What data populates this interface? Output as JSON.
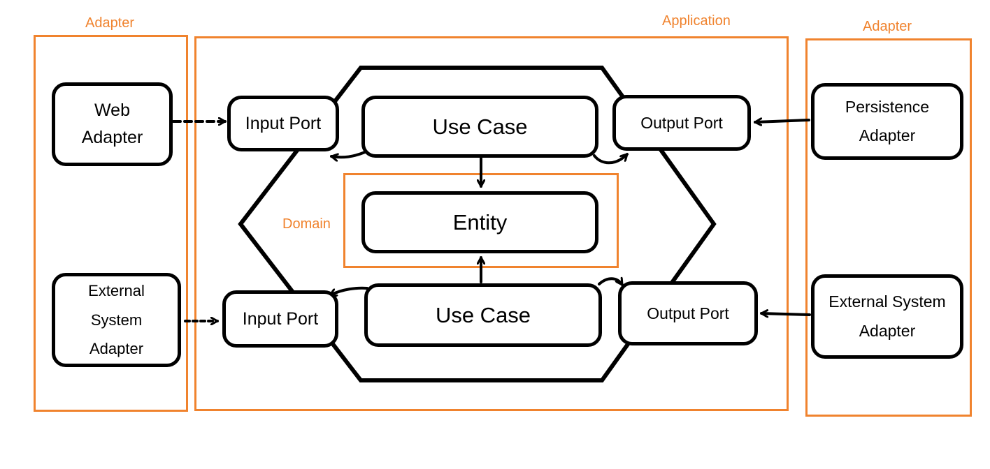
{
  "colors": {
    "frame": "#f0832e",
    "stroke": "#000000",
    "background": "#ffffff"
  },
  "labels": {
    "adapter_left": "Adapter",
    "application": "Application",
    "adapter_right": "Adapter",
    "domain": "Domain"
  },
  "nodes": {
    "web_adapter": {
      "line1": "Web",
      "line2": "Adapter"
    },
    "external_system_adapter_left": {
      "line1": "External",
      "line2": "System",
      "line3": "Adapter"
    },
    "input_port_top": "Input Port",
    "input_port_bottom": "Input Port",
    "use_case_top": "Use Case",
    "use_case_bottom": "Use Case",
    "entity": "Entity",
    "output_port_top": "Output Port",
    "output_port_bottom": "Output Port",
    "persistence_adapter": {
      "line1": "Persistence",
      "line2": "Adapter"
    },
    "external_system_adapter_right": {
      "line1": "External System",
      "line2": "Adapter"
    }
  },
  "edges": [
    {
      "from": "web_adapter",
      "to": "input_port_top",
      "style": "dashed"
    },
    {
      "from": "external_system_adapter_left",
      "to": "input_port_bottom",
      "style": "dashed"
    },
    {
      "from": "use_case_top",
      "to": "input_port_top",
      "style": "solid"
    },
    {
      "from": "use_case_top",
      "to": "output_port_top",
      "style": "solid"
    },
    {
      "from": "use_case_top",
      "to": "entity",
      "style": "solid"
    },
    {
      "from": "use_case_bottom",
      "to": "entity",
      "style": "solid"
    },
    {
      "from": "use_case_bottom",
      "to": "input_port_bottom",
      "style": "solid"
    },
    {
      "from": "use_case_bottom",
      "to": "output_port_bottom",
      "style": "solid"
    },
    {
      "from": "persistence_adapter",
      "to": "output_port_top",
      "style": "solid"
    },
    {
      "from": "external_system_adapter_right",
      "to": "output_port_bottom",
      "style": "solid"
    }
  ]
}
